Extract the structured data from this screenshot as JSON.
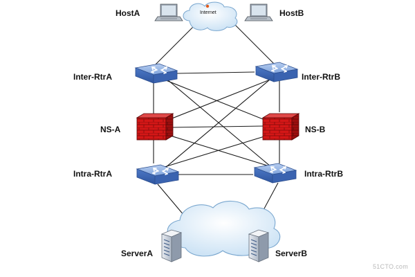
{
  "nodes": {
    "host_a": "HostA",
    "host_b": "HostB",
    "internet": "Internet",
    "inter_rtr_a": "Inter-RtrA",
    "inter_rtr_b": "Inter-RtrB",
    "ns_a": "NS-A",
    "ns_b": "NS-B",
    "intra_rtr_a": "Intra-RtrA",
    "intra_rtr_b": "Intra-RtrB",
    "server_a": "ServerA",
    "server_b": "ServerB"
  },
  "watermark": "51CTO.com",
  "icons": {
    "laptop": "laptop-icon",
    "cloud": "cloud-icon",
    "router": "router-icon",
    "firewall": "firewall-icon",
    "server": "server-icon"
  },
  "colors": {
    "router_top": "#8fb3e6",
    "router_side": "#3e68b8",
    "firewall": "#d11a1a",
    "link": "#1a1a1a"
  }
}
